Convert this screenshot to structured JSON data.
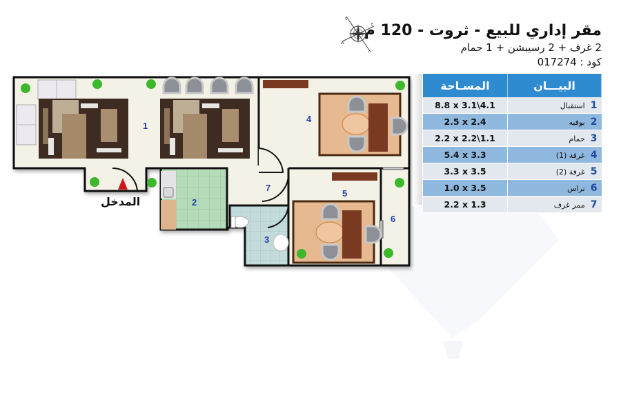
{
  "header": {
    "title": "مقر إداري للبيع -    ثروت   - 120 م",
    "subtitle": "2 غرف + 2 رسيبشن + 1 حمام",
    "code": "كود : 017274"
  },
  "compass": {
    "icon": "compass-rose-icon"
  },
  "entrance": {
    "label": "المدخل",
    "icon": "red-arrow-up-icon"
  },
  "rooms_plan": [
    {
      "id": "1",
      "label": "1"
    },
    {
      "id": "2",
      "label": "2"
    },
    {
      "id": "3",
      "label": "3"
    },
    {
      "id": "4",
      "label": "4"
    },
    {
      "id": "5",
      "label": "5"
    },
    {
      "id": "6",
      "label": "6"
    },
    {
      "id": "7",
      "label": "7"
    }
  ],
  "table": {
    "headers": {
      "description": "البيـــان",
      "area": "المسـاحة"
    },
    "rows": [
      {
        "num": "1",
        "name": "استقبال",
        "area": "8.8 x 3.1\\4.1"
      },
      {
        "num": "2",
        "name": "بوفيه",
        "area": "2.5 x 2.4"
      },
      {
        "num": "3",
        "name": "حمام",
        "area": "2.2 x 2.2\\1.1"
      },
      {
        "num": "4",
        "name": "غرفة (1)",
        "area": "5.4 x 3.3"
      },
      {
        "num": "5",
        "name": "غرفة (2)",
        "area": "3.3 x 3.5"
      },
      {
        "num": "6",
        "name": "تراس",
        "area": "1.0 x 3.5"
      },
      {
        "num": "7",
        "name": "ممر غرف",
        "area": "2.2 x 1.3"
      }
    ]
  },
  "colors": {
    "table_header": "#2f8bd0",
    "row_light": "#e3e8ef",
    "row_dark": "#8fb8de",
    "room_number": "#2442a8",
    "floor": "#f4f2e6",
    "tile_green": "#b5dcb8",
    "tile_blue": "#bcd8d8",
    "entry_arrow": "#d0151c"
  }
}
